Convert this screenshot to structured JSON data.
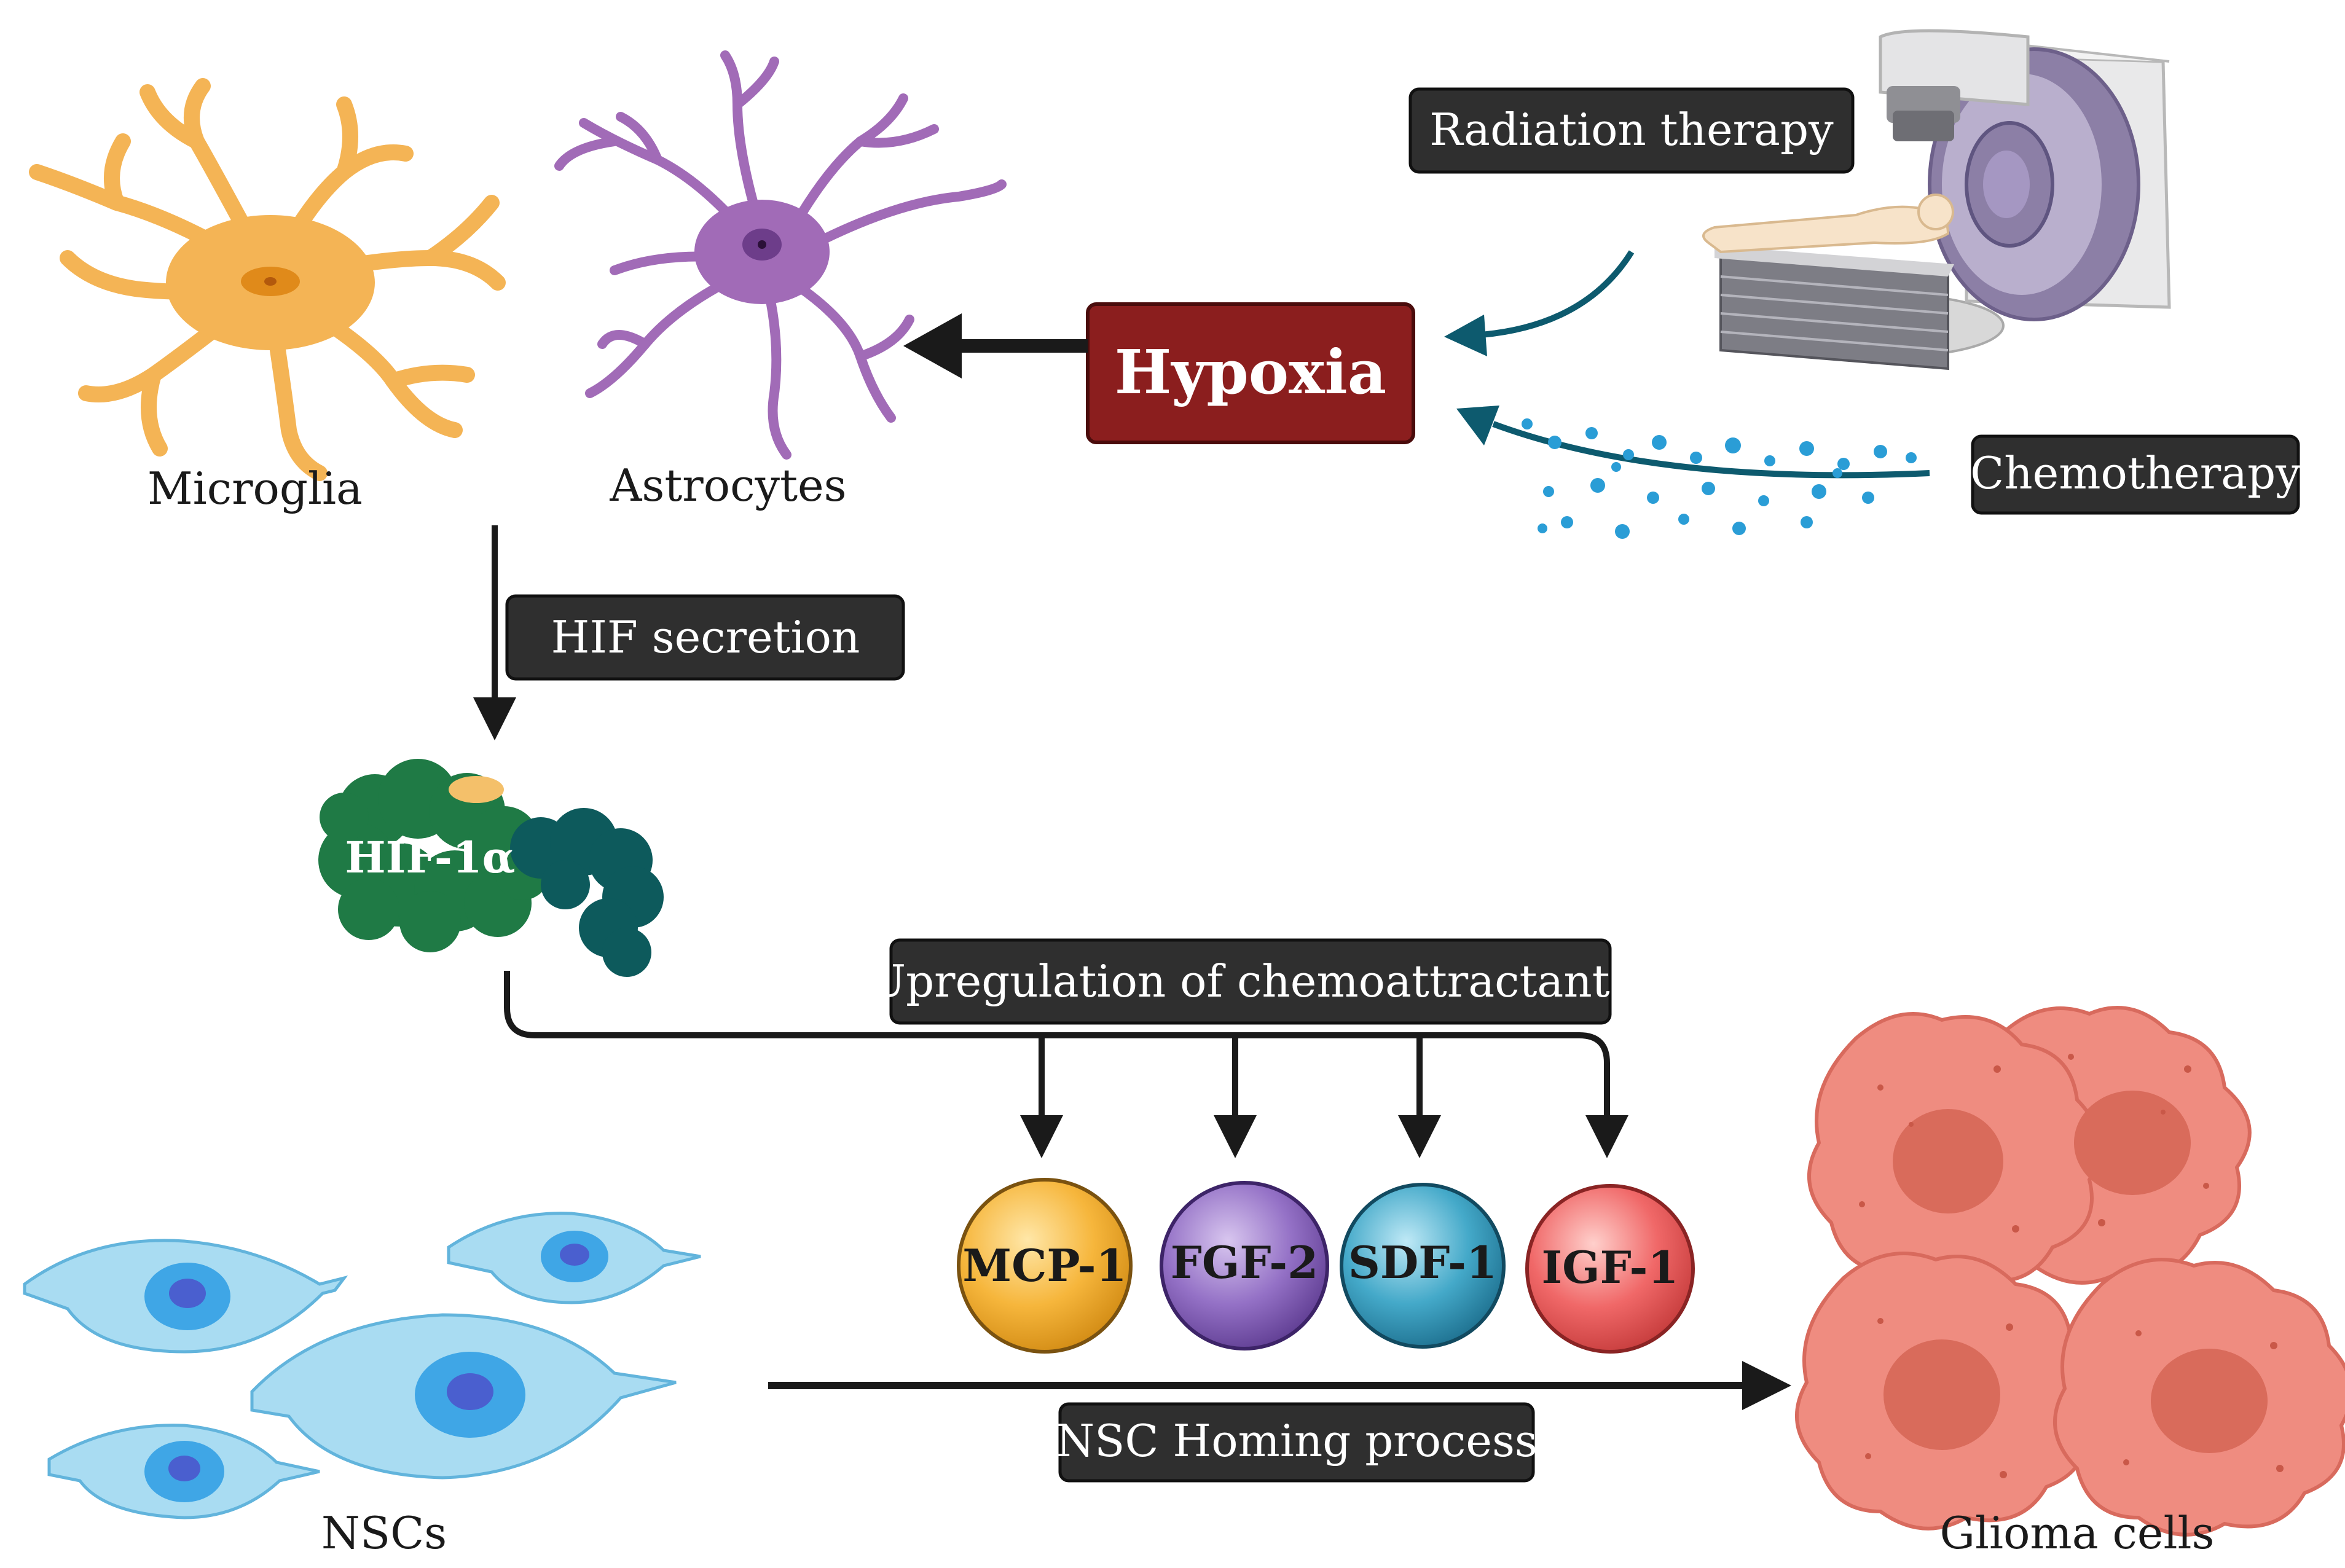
{
  "cells": {
    "microglia": "Microglia",
    "astrocytes": "Astrocytes",
    "nscs": "NSCs",
    "glioma": "Glioma cells"
  },
  "boxes": {
    "radiation": "Radiation therapy",
    "chemotherapy": "Chemotherapy",
    "hypoxia": "Hypoxia",
    "hif_secretion": "HIF secretion",
    "upregulation": "Upregulation of chemoattractants",
    "homing": "NSC Homing process"
  },
  "protein": {
    "label": "HIF-1α"
  },
  "chemoattractants": [
    {
      "label": "MCP-1",
      "color": "#f5b53b"
    },
    {
      "label": "FGF-2",
      "color": "#8f6ac2"
    },
    {
      "label": "SDF-1",
      "color": "#3fa6c6"
    },
    {
      "label": "IGF-1",
      "color": "#ef6464"
    }
  ],
  "colors": {
    "microglia": "#f4b455",
    "astrocyte": "#a16bb7",
    "nsc": "#a9dcf2",
    "glioma": "#ef8c80",
    "hypoxia_box": "#8b1e1e",
    "label_box": "#2f2f2f",
    "hif_green": "#1f7a45",
    "hif_teal": "#0d5a5c"
  }
}
